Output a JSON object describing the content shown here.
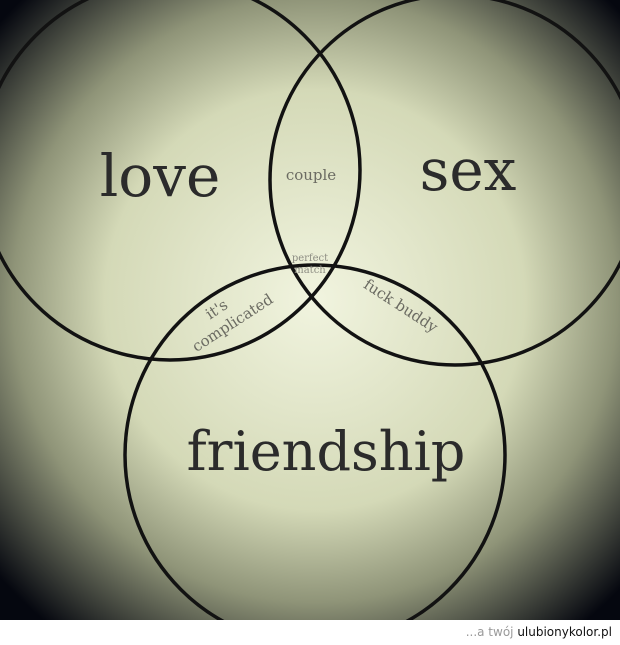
{
  "colors": {
    "background_center": "#f1f4df",
    "background_mid": "#d4d9b7",
    "vignette_edge": "#05070f",
    "circle_stroke": "#121212",
    "text_dark": "#2b2b2b",
    "text_light": "#6b6b62",
    "text_faint": "#8e8e84"
  },
  "diagram": {
    "sets": [
      {
        "id": "love",
        "label": "love"
      },
      {
        "id": "sex",
        "label": "sex"
      },
      {
        "id": "friendship",
        "label": "friendship"
      }
    ],
    "intersections": {
      "love_sex": "couple",
      "love_friendship": "it's complicated",
      "sex_friendship": "fuck buddy",
      "all_three": "perfect match"
    },
    "labels": {
      "couple": "couple",
      "complicated_line1": "it's",
      "complicated_line2": "complicated",
      "fuck_buddy": "fuck buddy",
      "perfect": "perfect",
      "match": "match"
    }
  },
  "footer": {
    "prefix": "...a twój ",
    "site": "ulubionykolor.pl"
  }
}
